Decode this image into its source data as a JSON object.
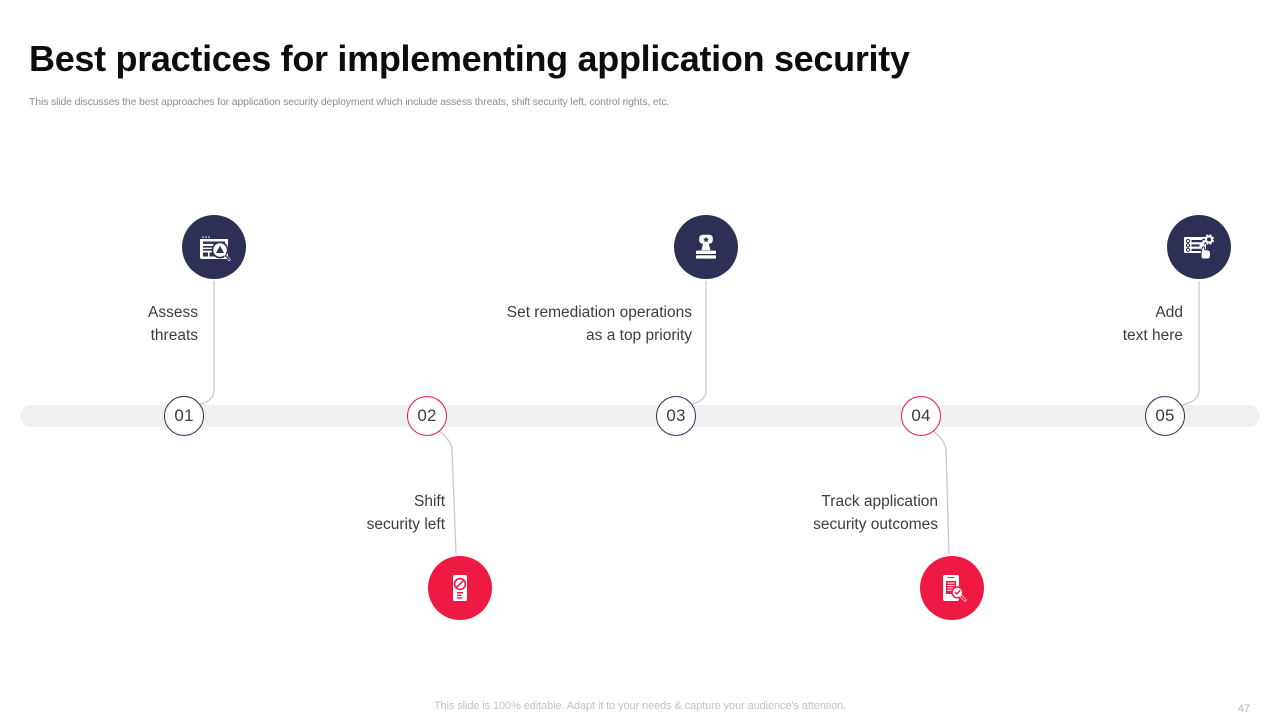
{
  "header": {
    "title": "Best practices for implementing application security",
    "subtitle": "This slide discusses the best approaches for application security deployment which include assess threats, shift security left, control rights, etc."
  },
  "colors": {
    "navy": "#2e2f55",
    "red": "#ef1a43",
    "bar_gray": "#f0f0f0",
    "text_dark": "#3d3d3d",
    "text_muted": "#8e8e8e"
  },
  "timeline": {
    "steps": [
      {
        "number": "01",
        "label": "Assess\nthreats",
        "icon": "threat-scan-icon",
        "accent": "navy",
        "position": "above"
      },
      {
        "number": "02",
        "label": "Shift\nsecurity left",
        "icon": "blocked-device-icon",
        "accent": "red",
        "position": "below"
      },
      {
        "number": "03",
        "label": "Set remediation operations\nas a top priority",
        "icon": "approval-stamp-icon",
        "accent": "navy",
        "position": "above"
      },
      {
        "number": "04",
        "label": "Track application\nsecurity outcomes",
        "icon": "mobile-audit-icon",
        "accent": "red",
        "position": "below"
      },
      {
        "number": "05",
        "label": "Add\ntext here",
        "icon": "checklist-settings-icon",
        "accent": "navy",
        "position": "above"
      }
    ]
  },
  "footer": {
    "note": "This slide is 100% editable. Adapt it to your needs & capture your audience's attention.",
    "page_number": "47"
  }
}
